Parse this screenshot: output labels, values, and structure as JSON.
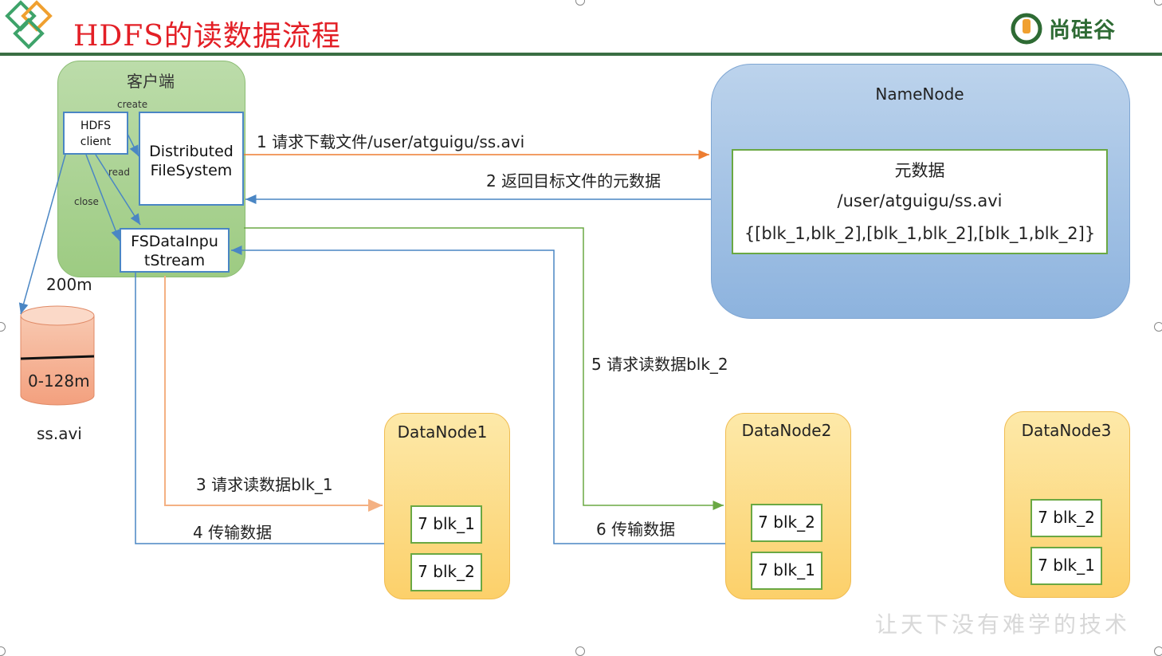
{
  "title": "HDFS的读数据流程",
  "brand": {
    "text": "尚硅谷"
  },
  "watermark": "让天下没有难学的技术",
  "client": {
    "title": "客户端",
    "hdfs_client": "HDFS\nclient",
    "dfs": "Distributed\nFileSystem",
    "stream": "FSDataInpu\ntStream",
    "edge_create": "create",
    "edge_read": "read",
    "edge_close": "close"
  },
  "file": {
    "size_label": "200m",
    "segment_label": "0-128m",
    "name": "ss.avi"
  },
  "namenode": {
    "title": "NameNode",
    "meta_title": "元数据",
    "meta_path": "/user/atguigu/ss.avi",
    "meta_blocks": "{[blk_1,blk_2],[blk_1,blk_2],[blk_1,blk_2]}"
  },
  "steps": {
    "s1": "1 请求下载文件/user/atguigu/ss.avi",
    "s2": "2 返回目标文件的元数据",
    "s3": "3 请求读数据blk_1",
    "s4": "4 传输数据",
    "s5": "5 请求读数据blk_2",
    "s6": "6 传输数据"
  },
  "datanodes": [
    {
      "title": "DataNode1",
      "blocks": [
        "7 blk_1",
        "7 blk_2"
      ]
    },
    {
      "title": "DataNode2",
      "blocks": [
        "7 blk_2",
        "7 blk_1"
      ]
    },
    {
      "title": "DataNode3",
      "blocks": [
        "7 blk_2",
        "7 blk_1"
      ]
    }
  ],
  "colors": {
    "title_red": "#e31f26",
    "brand_green": "#2e6b34",
    "arrow_blue": "#4a86c4",
    "arrow_orange": "#ed7d31",
    "arrow_green": "#6aa843",
    "arrow_peach": "#f4b183"
  }
}
